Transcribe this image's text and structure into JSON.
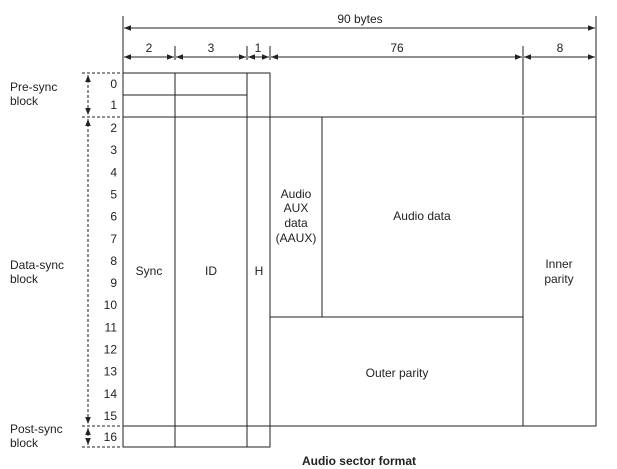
{
  "caption": "Audio sector format",
  "total_width_label": "90 bytes",
  "column_widths": [
    "2",
    "3",
    "1",
    "76",
    "8"
  ],
  "row_numbers": [
    "0",
    "1",
    "2",
    "3",
    "4",
    "5",
    "6",
    "7",
    "8",
    "9",
    "10",
    "11",
    "12",
    "13",
    "14",
    "15",
    "16"
  ],
  "row_groups": {
    "pre_sync": [
      "Pre-sync",
      "block"
    ],
    "data_sync": [
      "Data-sync",
      "block"
    ],
    "post_sync": [
      "Post-sync",
      "block"
    ]
  },
  "regions": {
    "sync": "Sync",
    "id": "ID",
    "header": "H",
    "aaux": [
      "Audio",
      "AUX",
      "data",
      "(AAUX)"
    ],
    "audio_data": "Audio data",
    "inner_parity": [
      "Inner",
      "parity"
    ],
    "outer_parity": "Outer parity"
  },
  "colors": {
    "line": "#222222",
    "text": "#222222",
    "background": "#ffffff"
  }
}
